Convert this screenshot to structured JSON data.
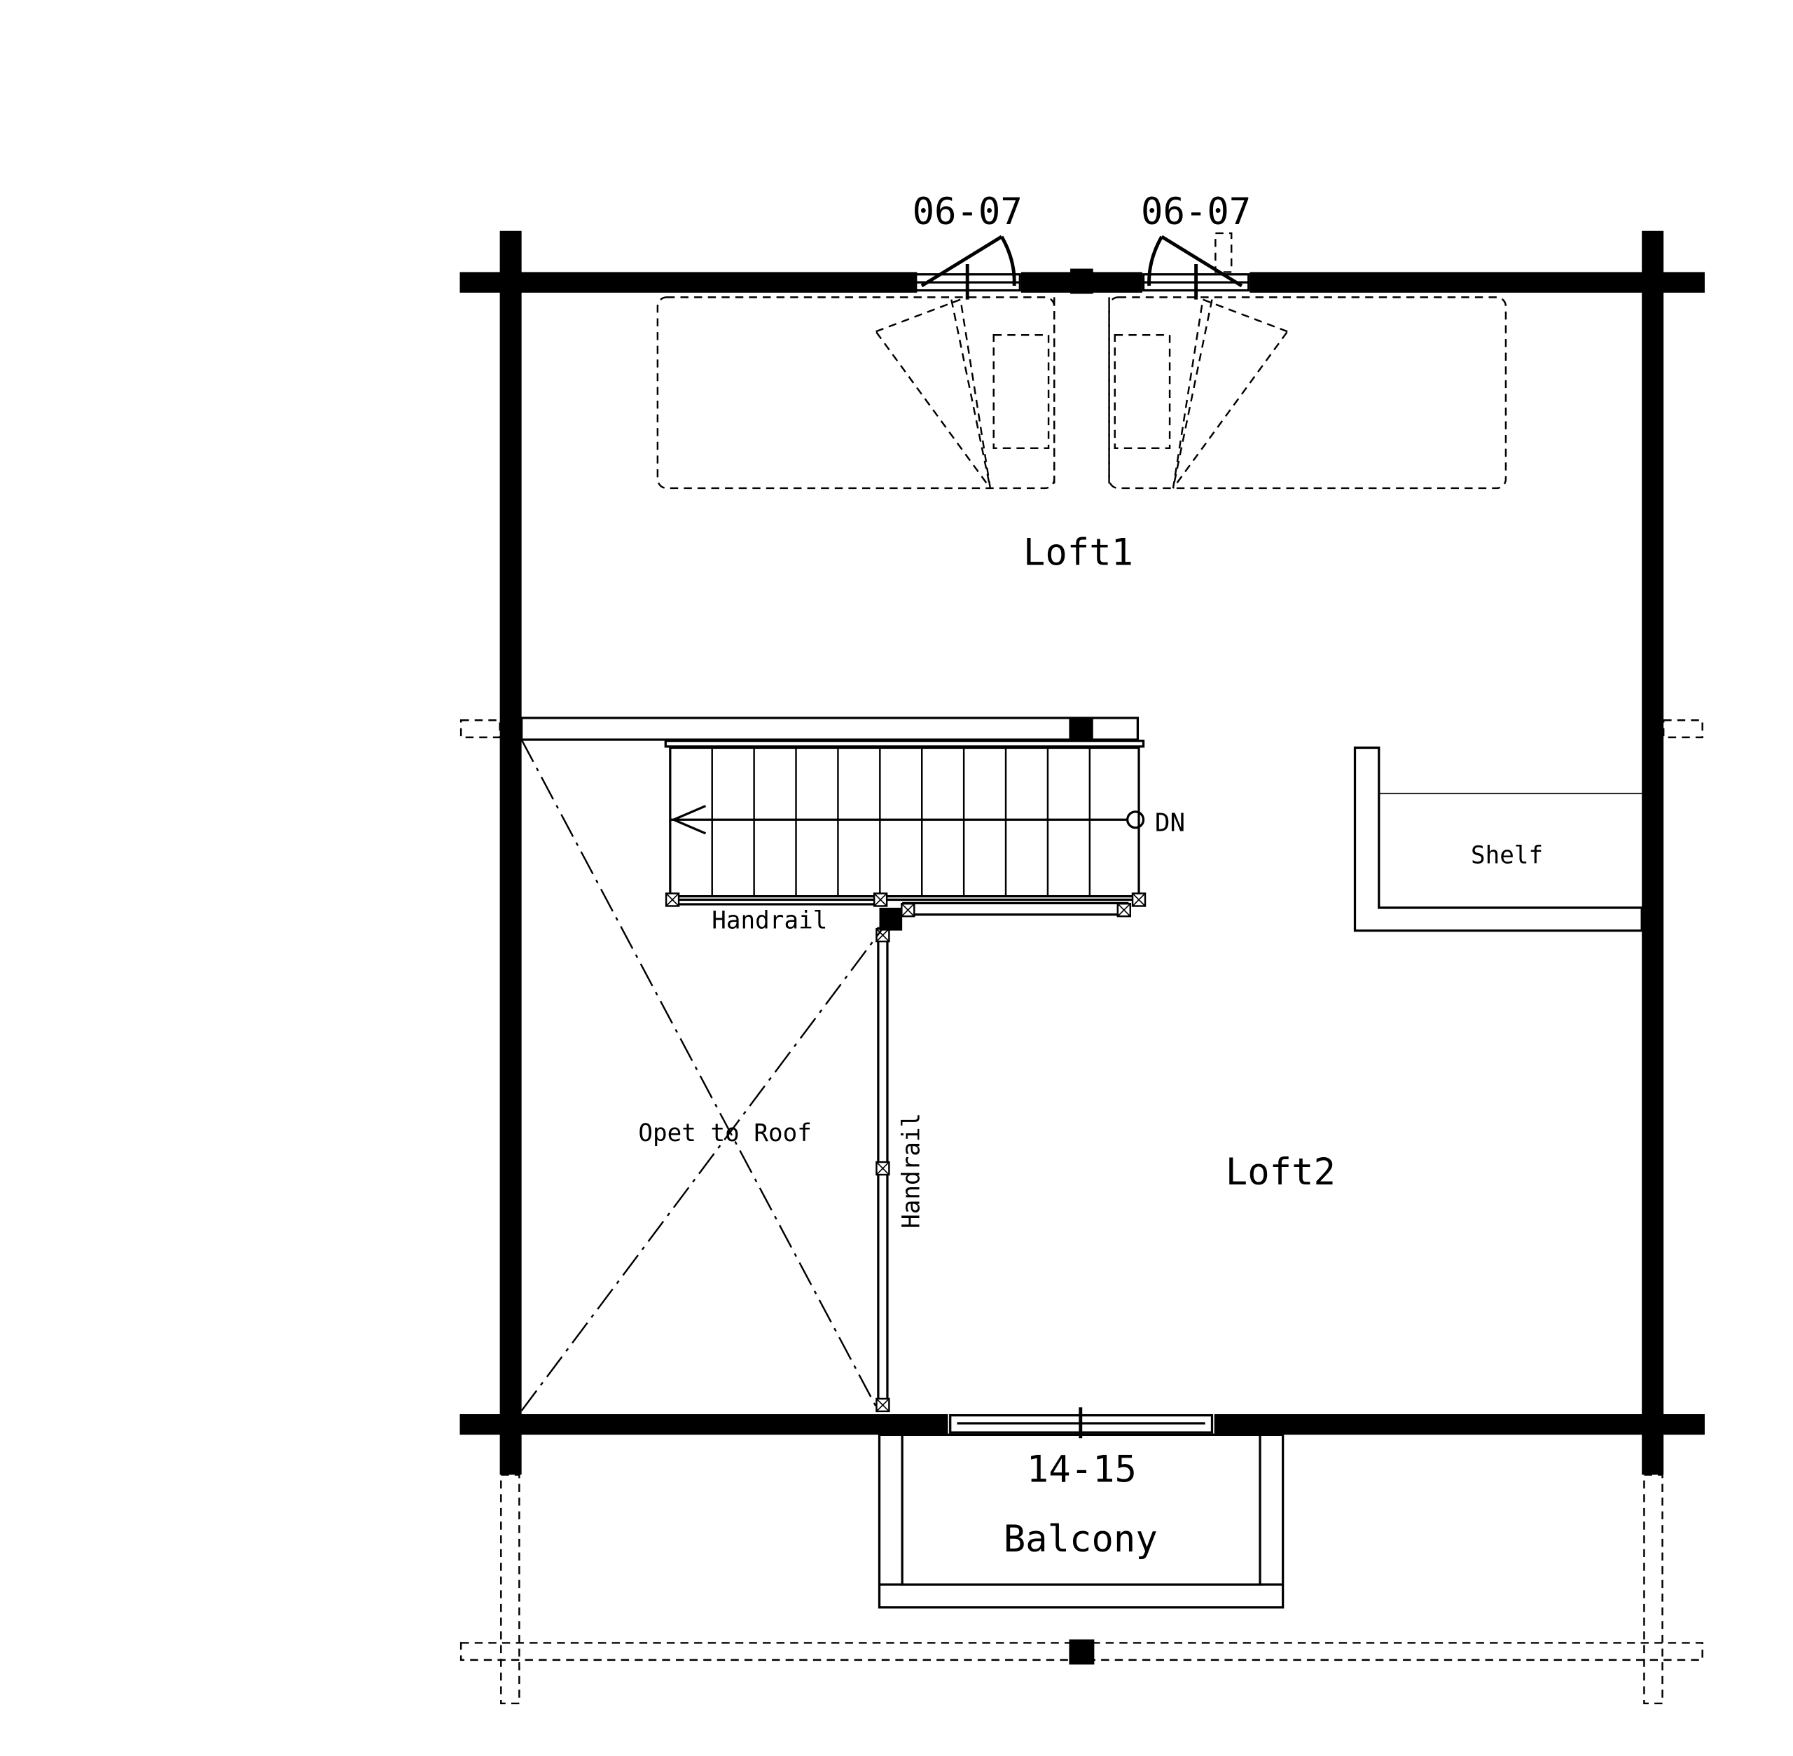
{
  "labels": {
    "window_left": "06-07",
    "window_right": "06-07",
    "loft1": "Loft1",
    "loft2": "Loft2",
    "shelf": "Shelf",
    "stairs_direction": "DN",
    "handrail_horizontal": "Handrail",
    "handrail_vertical": "Handrail",
    "open_to_roof": "Opet to Roof",
    "door_bottom": "14-15",
    "balcony": "Balcony"
  }
}
